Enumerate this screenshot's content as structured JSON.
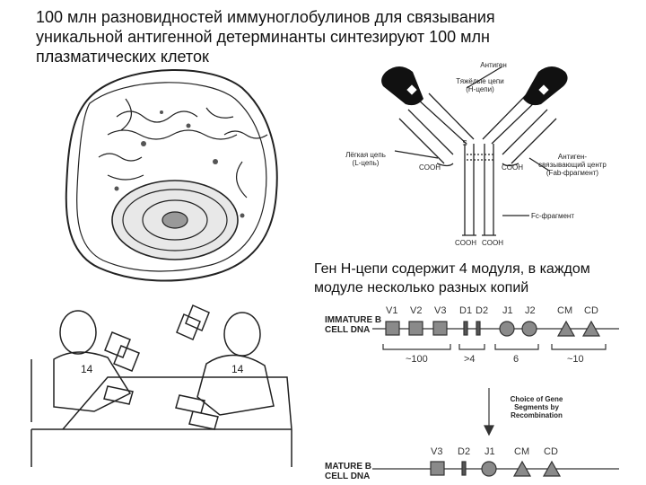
{
  "title": "100 млн разновидностей иммуноглобулинов для связывания уникальной антигенной детерминанты синтезируют 100 млн плазматических клеток",
  "subtitle": "Ген H-цепи содержит 4 модуля, в каждом модуле несколько разных копий",
  "antibody": {
    "antigen": "Антиген",
    "heavy_chain": "Тяжёлые цепи (H-цепи)",
    "light_chain": "Лёгкая цепь (L-цепь)",
    "binding_site": "Антиген-связывающий центр (Fab-фрагмент)",
    "fc": "Fc-фрагмент",
    "cooh": "COOH",
    "s": "S"
  },
  "people": {
    "jersey_number": "14"
  },
  "dna": {
    "immature_label": "IMMATURE B CELL DNA",
    "mature_label": "MATURE B CELL DNA",
    "immature_genes": [
      "V1",
      "V2",
      "V3",
      "D1",
      "D2",
      "J1",
      "J2",
      "CM",
      "CD"
    ],
    "counts": [
      "~100",
      ">4",
      "6",
      "~10"
    ],
    "recombination": "Choice of Gene Segments by Recombination",
    "mature_genes": [
      "V3",
      "D2",
      "J1",
      "CM",
      "CD"
    ]
  }
}
